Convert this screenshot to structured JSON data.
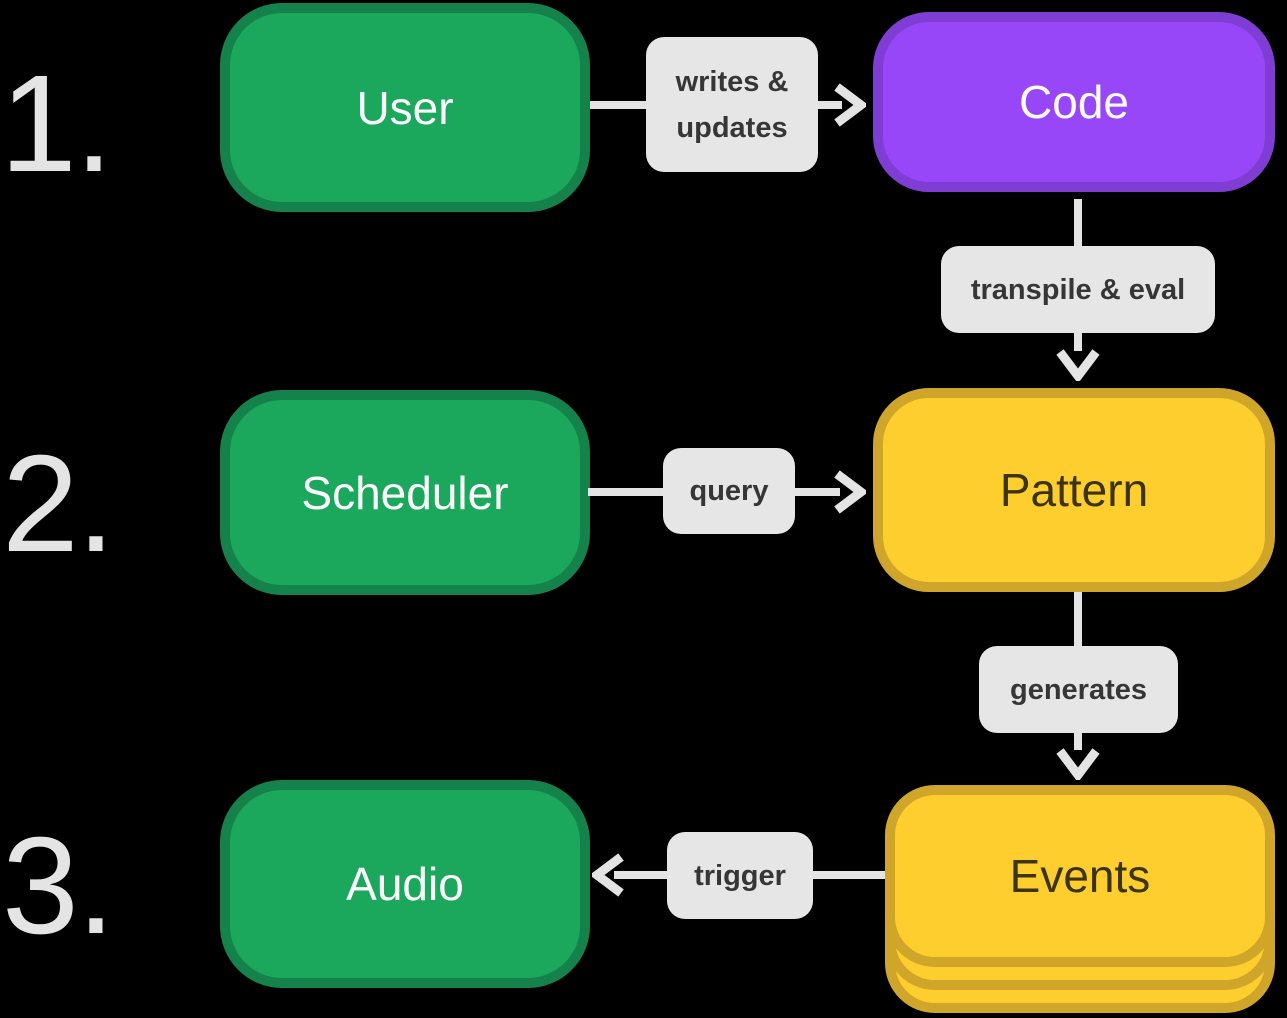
{
  "diagram": {
    "steps": {
      "step1": "1.",
      "step2": "2.",
      "step3": "3."
    },
    "nodes": {
      "user": "User",
      "code": "Code",
      "scheduler": "Scheduler",
      "pattern": "Pattern",
      "audio": "Audio",
      "events": "Events"
    },
    "edges": {
      "writes_updates": "writes &\nupdates",
      "transpile_eval": "transpile & eval",
      "query": "query",
      "generates": "generates",
      "trigger": "trigger"
    },
    "colors": {
      "background": "#000000",
      "green_fill": "#1BA85C",
      "green_border": "#15814B",
      "purple_fill": "#9847F8",
      "purple_border": "#7F3DD4",
      "yellow_fill": "#FDCE2D",
      "yellow_border": "#CFA62A",
      "label_bg": "#E6E6E6",
      "label_text": "#363636",
      "arrow": "#E4E4E4",
      "number_text": "#E4E4E4",
      "node_text_light": "#FCFCFC",
      "node_text_dark": "#3C3310"
    }
  }
}
